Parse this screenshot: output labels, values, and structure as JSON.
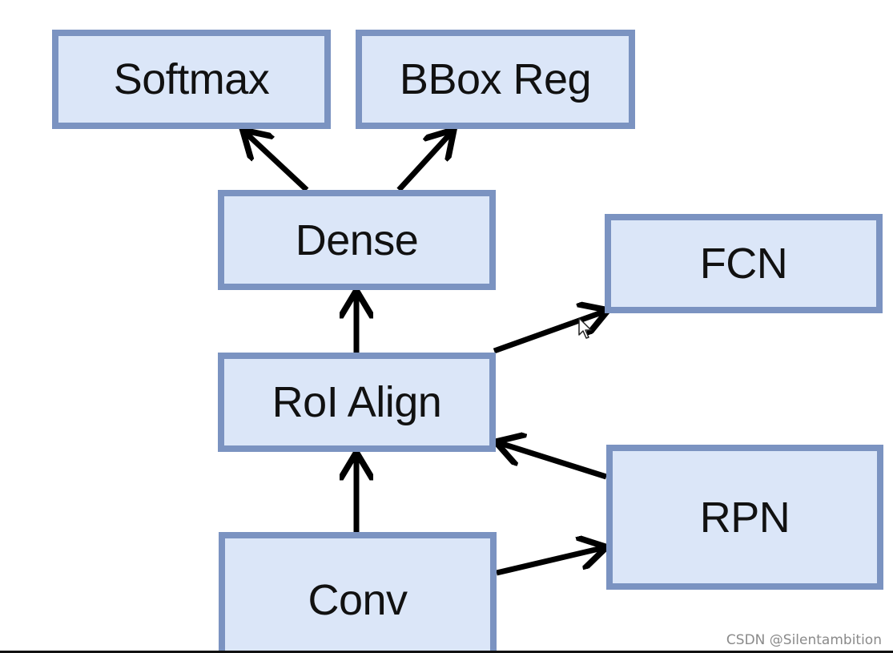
{
  "nodes": {
    "softmax": "Softmax",
    "bbox_reg": "BBox Reg",
    "dense": "Dense",
    "fcn": "FCN",
    "roi_align": "RoI Align",
    "rpn": "RPN",
    "conv": "Conv"
  },
  "edges": [
    {
      "from": "dense",
      "to": "softmax"
    },
    {
      "from": "dense",
      "to": "bbox_reg"
    },
    {
      "from": "roi_align",
      "to": "dense"
    },
    {
      "from": "roi_align",
      "to": "fcn"
    },
    {
      "from": "conv",
      "to": "roi_align"
    },
    {
      "from": "conv",
      "to": "rpn"
    },
    {
      "from": "rpn",
      "to": "roi_align"
    }
  ],
  "watermark": "CSDN @Silentambition",
  "colors": {
    "node_fill": "#dbe6f8",
    "node_border": "#7b93c1",
    "arrow": "#000000"
  }
}
